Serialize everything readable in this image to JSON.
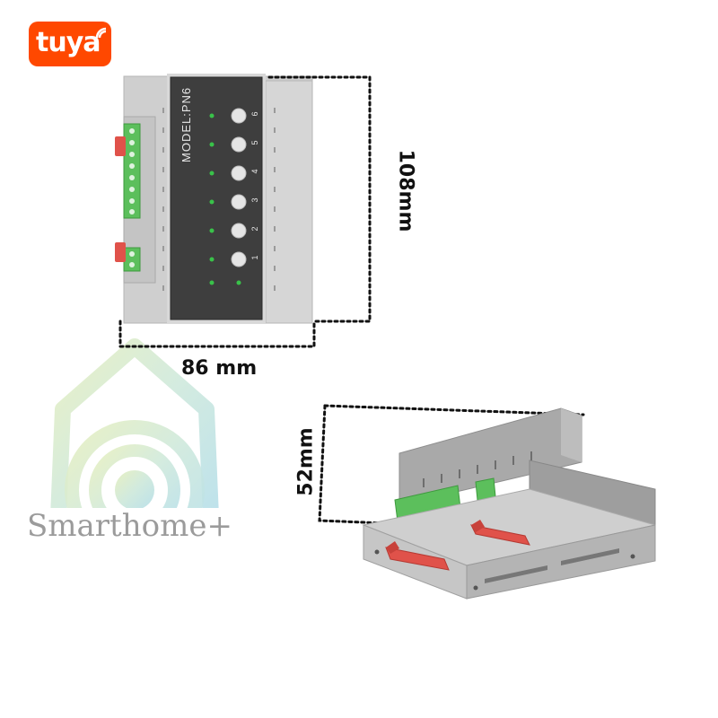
{
  "brand": {
    "logo_text": "tuya",
    "color": "#ff4800"
  },
  "watermark": {
    "text": "Smarthome+",
    "colors": [
      "#cfe8d9",
      "#b9e0e8",
      "#e8efbf"
    ]
  },
  "device": {
    "model_label": "MODEL:PN6",
    "button_numbers": [
      "6",
      "5",
      "4",
      "3",
      "2",
      "1"
    ],
    "body_color": "#c9c9c9",
    "panel_color": "#3e3e3e",
    "terminal_color": "#5cbf5c",
    "clip_color": "#e0524a",
    "led_color": "#39c24a"
  },
  "dimensions": {
    "width": "86 mm",
    "height": "108mm",
    "depth": "52mm"
  }
}
